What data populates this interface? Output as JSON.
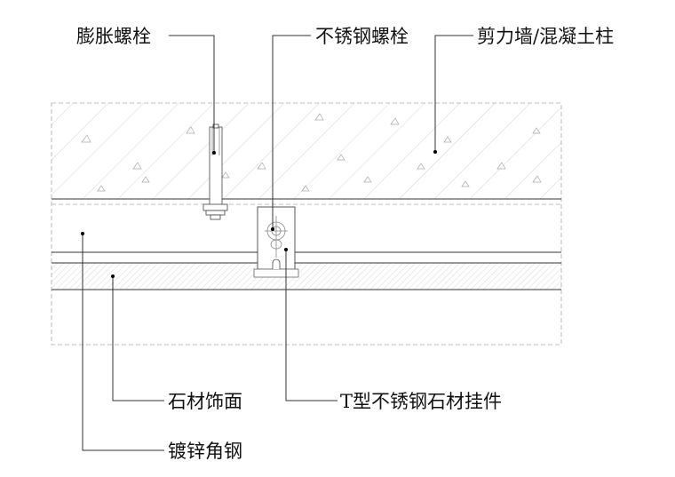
{
  "labels": {
    "expansion_bolt": "膨胀螺栓",
    "stainless_bolt": "不锈钢螺栓",
    "shear_wall": "剪力墙/混凝土柱",
    "stone_finish": "石材饰面",
    "t_hanger": "T型不锈钢石材挂件",
    "galvanized_angle": "镀锌角钢"
  },
  "colors": {
    "line": "#333333",
    "hatch": "#bbbbbb",
    "text": "#111111"
  }
}
